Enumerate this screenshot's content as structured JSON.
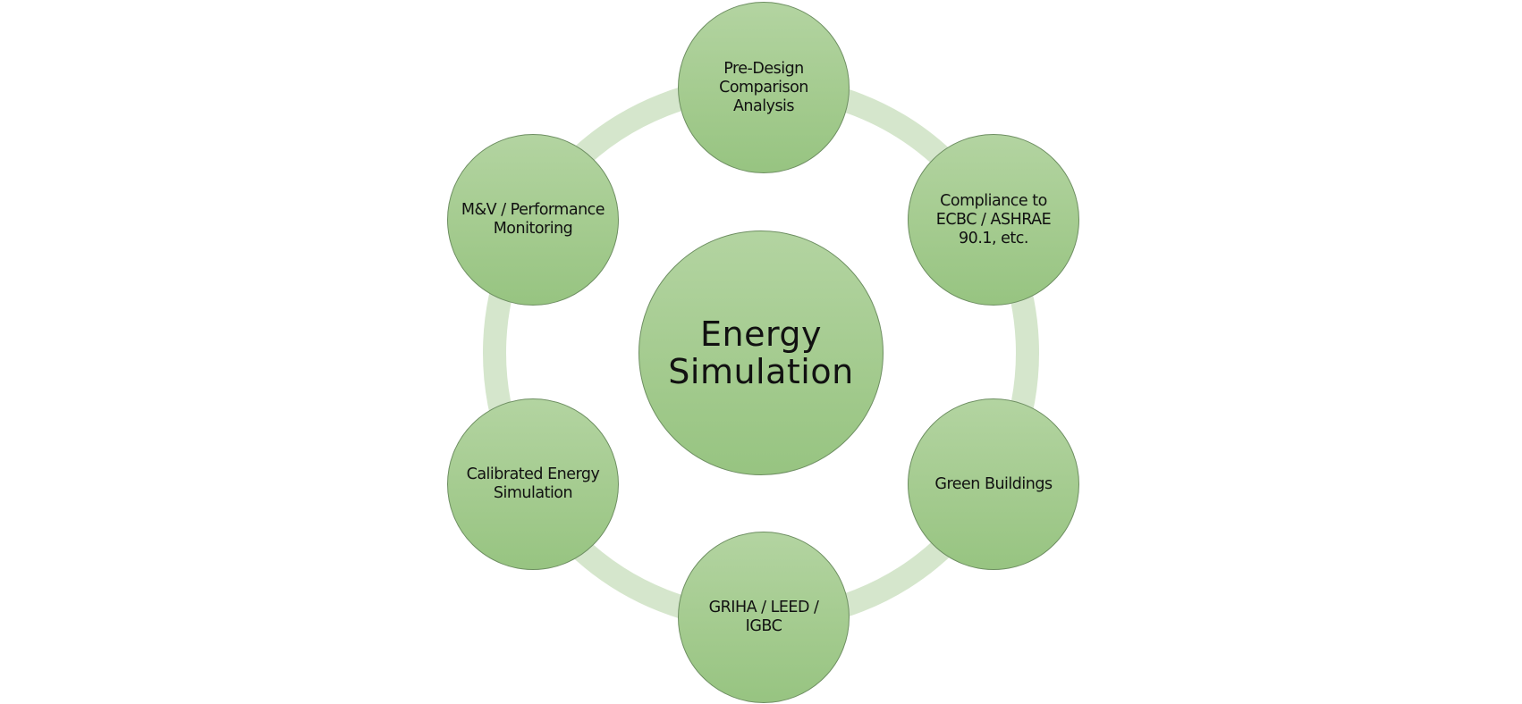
{
  "diagram": {
    "center": {
      "label": "Energy Simulation"
    },
    "nodes": [
      {
        "label": "Pre-Design Comparison Analysis"
      },
      {
        "label": "Compliance to ECBC / ASHRAE 90.1, etc."
      },
      {
        "label": "Green Buildings"
      },
      {
        "label": "GRIHA / LEED / IGBC"
      },
      {
        "label": "Calibrated Energy Simulation"
      },
      {
        "label": "M&V / Performance Monitoring"
      }
    ],
    "colors": {
      "ring": "#d5e6cc",
      "node_top": "#b3d4a1",
      "node_bottom": "#97c481",
      "border": "#6e8f62",
      "text": "#111111"
    }
  }
}
